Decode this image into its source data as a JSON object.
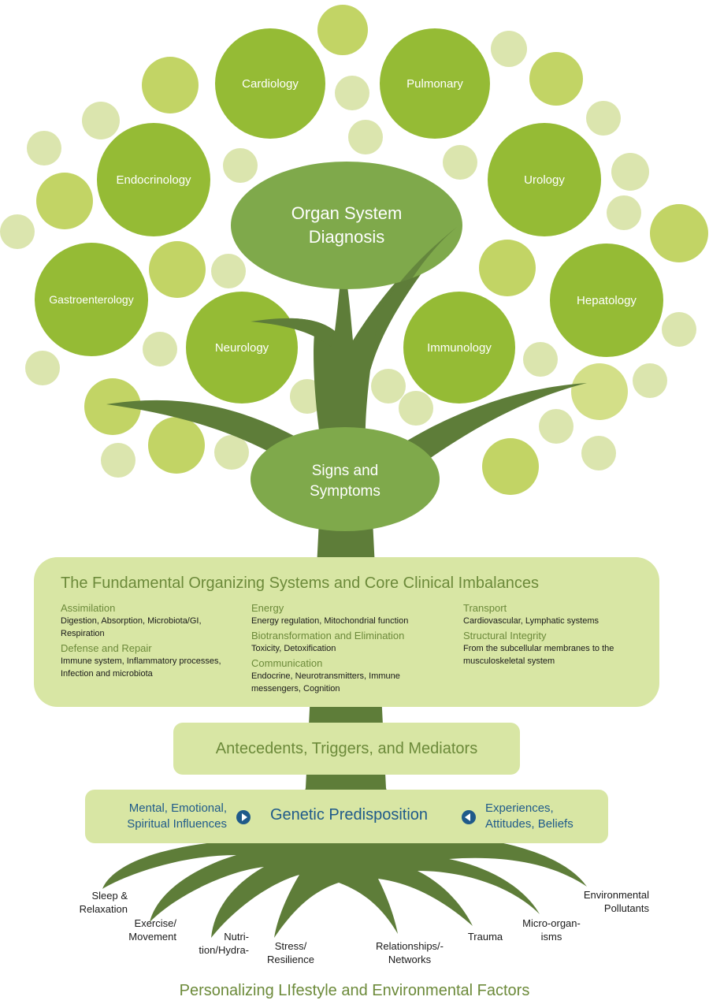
{
  "colors": {
    "trunk": "#5e7d39",
    "large_circle": "#95bb35",
    "diagnosis_ellipse": "#7fa94b",
    "bubble_mid": "#c2d465",
    "bubble_light": "#dbe5ae",
    "panel": "#d8e6a4",
    "heading_text": "#6c8a3a",
    "blue_text": "#1f5a8a"
  },
  "organ_systems": [
    "Cardiology",
    "Pulmonary",
    "Endocrinology",
    "Urology",
    "Gastroenterology",
    "Hepatology",
    "Neurology",
    "Immunology"
  ],
  "diagnosis": {
    "line1": "Organ System",
    "line2": "Diagnosis"
  },
  "signs": {
    "line1": "Signs and",
    "line2": "Symptoms"
  },
  "fundamental": {
    "title": "The Fundamental Organizing Systems and Core Clinical Imbalances",
    "columns": [
      [
        {
          "head": "Assimilation",
          "desc": "Digestion, Absorption, Microbiota/GI, Respiration"
        },
        {
          "head": "Defense and Repair",
          "desc": "Immune system, Inflammatory processes, Infection and microbiota"
        }
      ],
      [
        {
          "head": "Energy",
          "desc": "Energy regulation, Mitochondrial function"
        },
        {
          "head": "Biotransformation and Elimination",
          "desc": "Toxicity, Detoxification"
        },
        {
          "head": "Communication",
          "desc": "Endocrine, Neurotransmitters, Immune messengers, Cognition"
        }
      ],
      [
        {
          "head": "Transport",
          "desc": "Cardiovascular, Lymphatic systems"
        },
        {
          "head": "Structural Integrity",
          "desc": "From the subcellular membranes to the musculoskeletal system"
        }
      ]
    ]
  },
  "antecedents": {
    "label": "Antecedents, Triggers, and Mediators"
  },
  "genetic": {
    "left": "Mental, Emotional,\nSpiritual Influences",
    "center": "Genetic Predisposition",
    "right": "Experiences,\nAttitudes, Beliefs"
  },
  "roots": [
    "Sleep &\nRelaxation",
    "Exercise/\nMovement",
    "Nutri-\ntion/Hydra-",
    "Stress/\nResilience",
    "Relationships/-\nNetworks",
    "Trauma",
    "Micro-organ-\nisms",
    "Environmental\nPollutants"
  ],
  "footer": {
    "title": "Personalizing LIfestyle and Environmental Factors"
  },
  "icons": {
    "left_arrow": "play-right-icon",
    "right_arrow": "play-left-icon"
  }
}
